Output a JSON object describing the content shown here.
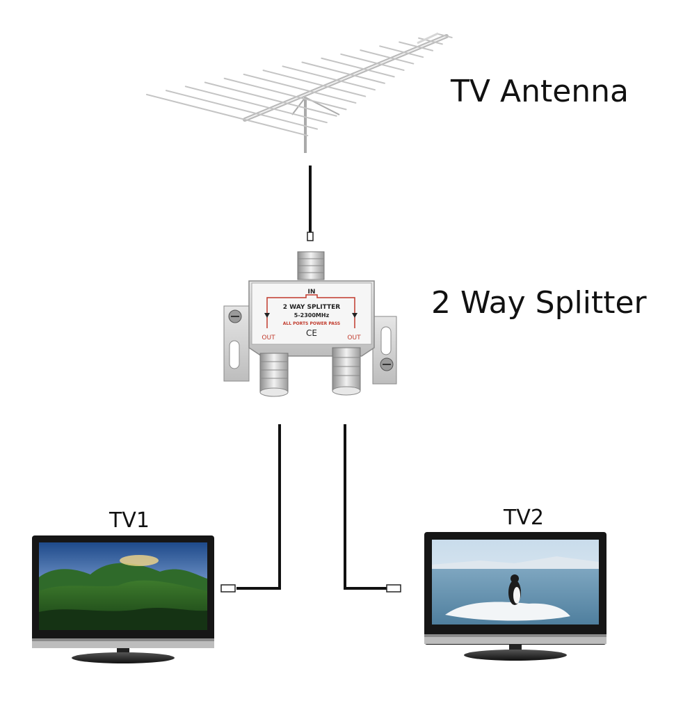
{
  "labels": {
    "antenna": "TV Antenna",
    "splitter": "2 Way Splitter",
    "tv1": "TV1",
    "tv2": "TV2"
  },
  "splitter_face": {
    "in": "IN",
    "title": "2 WAY SPLITTER",
    "freq": "5-2300MHz",
    "power": "ALL PORTS POWER PASS",
    "ce": "CE",
    "out_left": "OUT",
    "out_right": "OUT"
  },
  "colors": {
    "text": "#111111",
    "cable": "#111111",
    "splitter_red": "#c0392b"
  }
}
